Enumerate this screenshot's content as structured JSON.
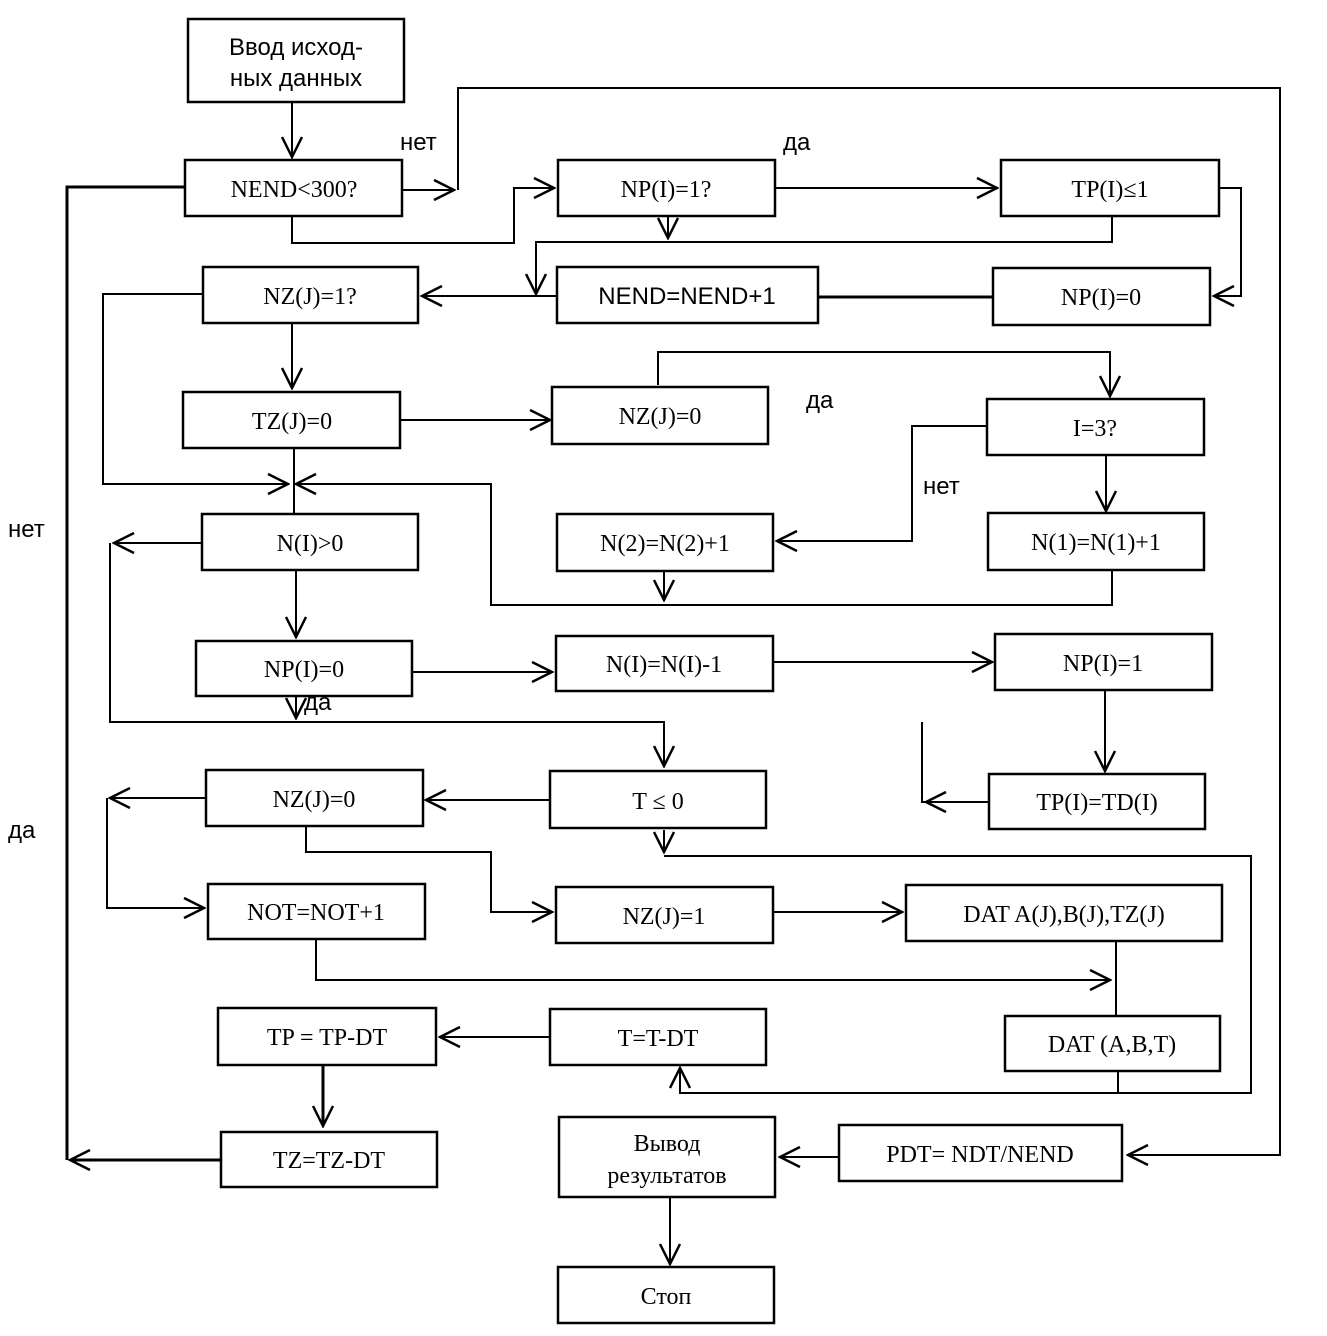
{
  "blocks": {
    "input": [
      "Ввод исход-",
      "ных данных"
    ],
    "nend_check": "NEND<300?",
    "np1_check": "NP(I)=1?",
    "tp_check": "TP(I)≤1",
    "nz1_check": "NZ(J)=1?",
    "nend_inc": "NEND=NEND+1",
    "np_zero_a": "NP(I)=0",
    "tz_zero": "TZ(J)=0",
    "nz_zero_a": "NZ(J)=0",
    "i3_check": "I=3?",
    "n_pos_check": "N(I)>0",
    "n2_inc": "N(2)=N(2)+1",
    "n1_inc": "N(1)=N(1)+1",
    "np_zero_b": "NP(I)=0",
    "n_dec": "N(I)=N(I)-1",
    "np_one": "NP(I)=1",
    "nz_zero_b": "NZ(J)=0",
    "t_check": "T ≤ 0",
    "tp_td": "TP(I)=TD(I)",
    "not_inc": "NOT=NOT+1",
    "nz_one": "NZ(J)=1",
    "dat_abtz": "DAT A(J),B(J),TZ(J)",
    "tp_dt": "TP = TP-DT",
    "t_dt": "T=T-DT",
    "dat_abt": "DAT (A,B,T)",
    "tz_dt": "TZ=TZ-DT",
    "output": [
      "Вывод",
      "результатов"
    ],
    "pdt": "PDT= NDT/NEND",
    "stop": "Стоп"
  },
  "labels": {
    "no_top": "нет",
    "yes_top": "да",
    "yes_mid": "да",
    "no_mid": "нет",
    "no_left": "нет",
    "yes_left": "да",
    "yes_np": "да"
  }
}
